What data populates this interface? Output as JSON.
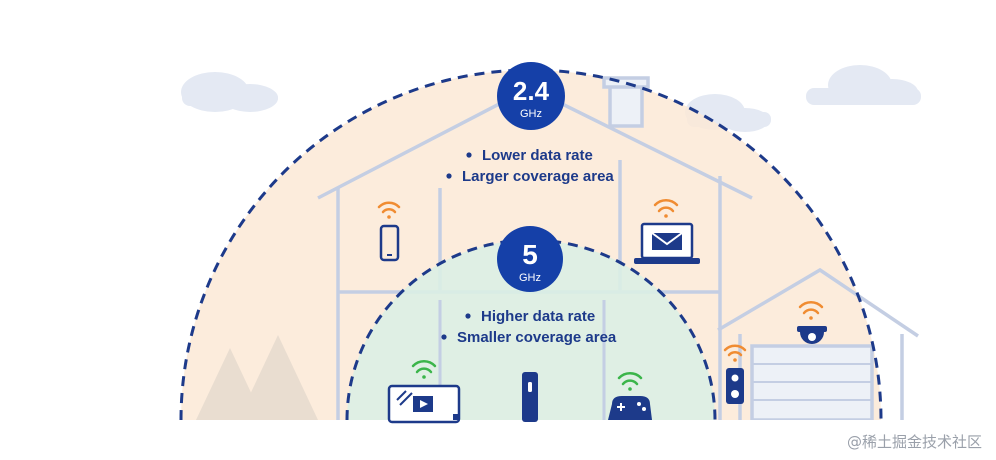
{
  "outer_band": {
    "badge_value": "2.4",
    "badge_unit": "GHz",
    "bullets": [
      "Lower data rate",
      "Larger coverage area"
    ]
  },
  "inner_band": {
    "badge_value": "5",
    "badge_unit": "GHz",
    "bullets": [
      "Higher data rate",
      "Smaller coverage area"
    ]
  },
  "watermark": "@稀土掘金技术社区",
  "colors": {
    "badge": "#1540a8",
    "outer_fill": "#fbe9d6",
    "inner_fill": "#dcefe4",
    "dashes": "#1d3a8a",
    "house_lines": "#c4cee3",
    "wifi_warm": "#f08c32",
    "wifi_green": "#3bb54a",
    "cloud": "#e4e9f3",
    "device": "#1d3a8a"
  },
  "devices": [
    {
      "icon": "smartphone-icon",
      "signal": "warm"
    },
    {
      "icon": "laptop-mail-icon",
      "signal": "warm"
    },
    {
      "icon": "security-camera-icon",
      "signal": "warm"
    },
    {
      "icon": "doorbell-icon",
      "signal": "warm"
    },
    {
      "icon": "smart-tv-icon",
      "signal": "green"
    },
    {
      "icon": "router-icon",
      "signal": "none"
    },
    {
      "icon": "game-controller-icon",
      "signal": "green"
    }
  ]
}
